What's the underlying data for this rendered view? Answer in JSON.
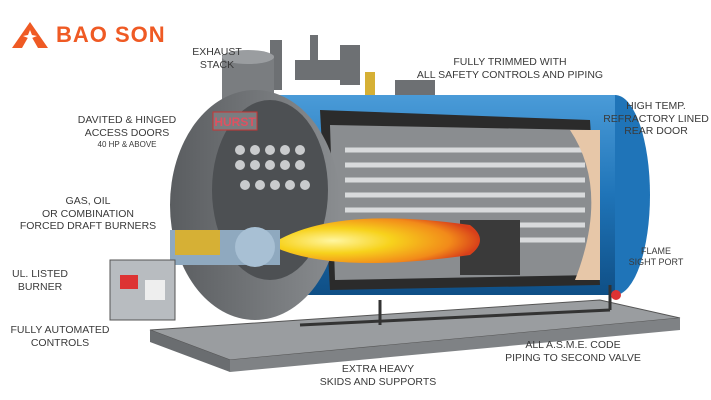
{
  "logo": {
    "text": "BAO SON",
    "color": "#ef5a24"
  },
  "boiler_brand": "HURST",
  "labels": {
    "exhaust": [
      "EXHAUST",
      "STACK"
    ],
    "trimmed": [
      "FULLY TRIMMED WITH",
      "ALL SAFETY CONTROLS AND PIPING"
    ],
    "rear_door": [
      "HIGH TEMP.",
      "REFRACTORY LINED",
      "REAR DOOR"
    ],
    "access_doors": [
      "DAVITED & HINGED",
      "ACCESS DOORS",
      "40 HP & ABOVE"
    ],
    "burners": [
      "GAS, OIL",
      "OR COMBINATION",
      "FORCED DRAFT BURNERS"
    ],
    "ul_burner": [
      "UL. LISTED",
      "BURNER"
    ],
    "sight_port": [
      "FLAME",
      "SIGHT PORT"
    ],
    "controls": [
      "FULLY AUTOMATED",
      "CONTROLS"
    ],
    "asme": [
      "ALL A.S.M.E. CODE",
      "PIPING TO SECOND VALVE"
    ],
    "skids": [
      "EXTRA HEAVY",
      "SKIDS AND SUPPORTS"
    ]
  },
  "colors": {
    "shell": "#1f74b8",
    "steel": "#6d7073",
    "flame": "#f7b21c",
    "label": "#3a3a3a"
  }
}
